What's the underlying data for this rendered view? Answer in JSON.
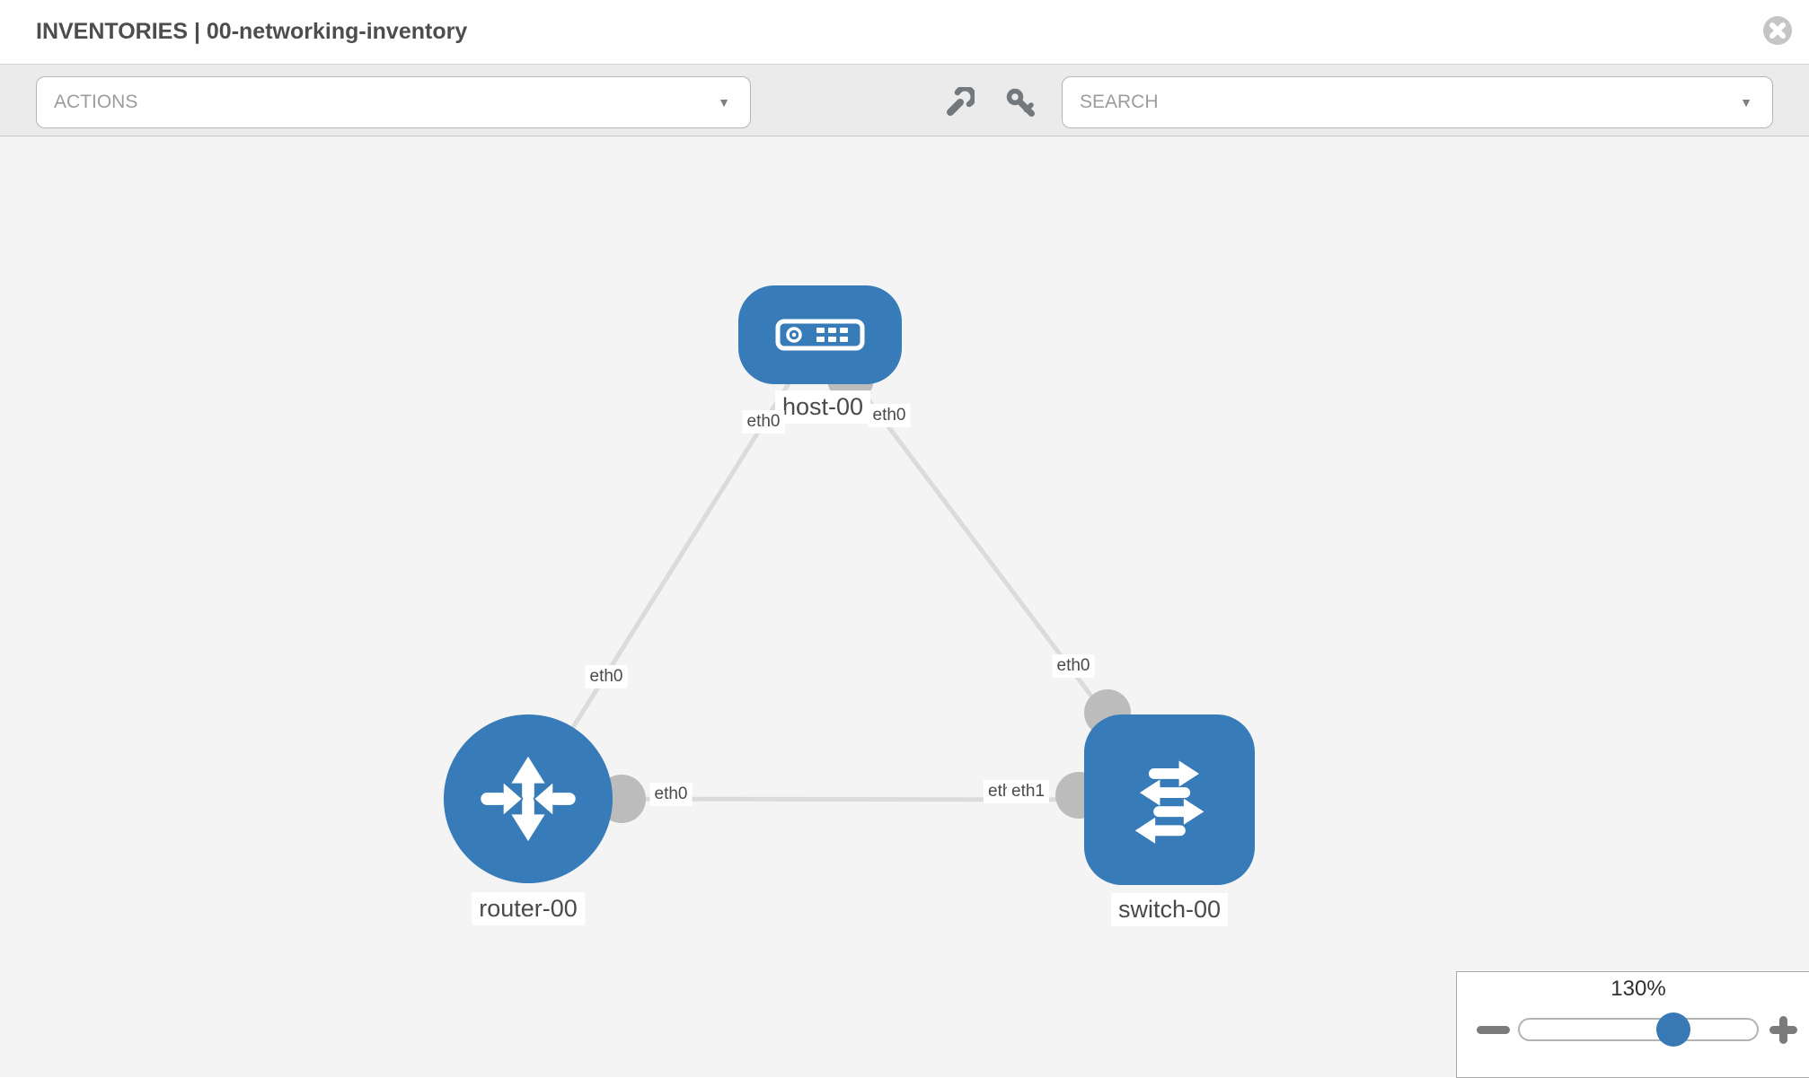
{
  "header": {
    "title": "INVENTORIES | 00-networking-inventory",
    "close_icon": "x-circle"
  },
  "toolbar": {
    "actions": {
      "label": "ACTIONS",
      "caret": "▼"
    },
    "search": {
      "label": "SEARCH",
      "caret": "▼"
    },
    "icons": [
      "wrench-icon",
      "key-icon"
    ]
  },
  "topology": {
    "nodes": [
      {
        "id": "host-00",
        "type": "host",
        "label": "host-00",
        "icon": "server-icon"
      },
      {
        "id": "router-00",
        "type": "router",
        "label": "router-00",
        "icon": "router-arrows-icon"
      },
      {
        "id": "switch-00",
        "type": "switch",
        "label": "switch-00",
        "icon": "switch-arrows-icon"
      }
    ],
    "links": [
      {
        "from": "router-00",
        "to": "host-00",
        "from_label": "eth0",
        "to_label": "eth0"
      },
      {
        "from": "host-00",
        "to": "switch-00",
        "from_label": "eth0",
        "to_label": "eth0"
      },
      {
        "from": "router-00",
        "to": "switch-00",
        "from_label": "eth0",
        "to_label": "eth1",
        "occluded_label": "eth0"
      }
    ]
  },
  "zoom_control": {
    "level": "130%",
    "minus_icon": "minus-icon",
    "plus_icon": "plus-icon",
    "thumb_position_pct": 66
  },
  "colors": {
    "node_blue": "#377cb8",
    "link_gray": "#dbdbdb",
    "port_gray": "#bcbcbc",
    "canvas_bg": "#f4f4f4",
    "toolbar_bg": "#ebebeb",
    "thumb_blue": "#3778b5"
  }
}
